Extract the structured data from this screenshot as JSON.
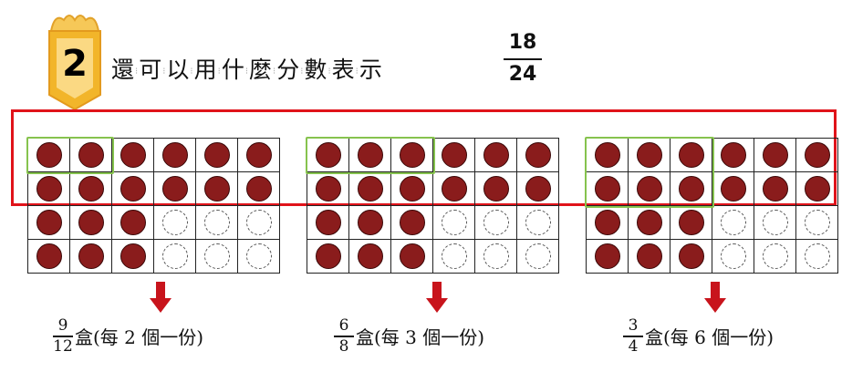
{
  "question": {
    "number": "2",
    "chars": [
      "還",
      "可",
      "以",
      "用",
      "什",
      "麼",
      "分",
      "數",
      "表",
      "示"
    ],
    "fraction": {
      "numerator": "18",
      "denominator": "24"
    }
  },
  "grids": [
    {
      "filled_counts": [
        6,
        6,
        3,
        3
      ],
      "answer": {
        "numerator": "9",
        "denominator": "12",
        "label": "盒(每 2 個一份)"
      }
    },
    {
      "filled_counts": [
        6,
        6,
        3,
        3
      ],
      "answer": {
        "numerator": "6",
        "denominator": "8",
        "label": "盒(每 3 個一份)"
      }
    },
    {
      "filled_counts": [
        6,
        6,
        3,
        3
      ],
      "answer": {
        "numerator": "3",
        "denominator": "4",
        "label": "盒(每 6 個一份)"
      }
    }
  ],
  "colors": {
    "highlight": "#e0131a",
    "group_box": "#86c34e",
    "marble": "#8a1c1c",
    "arrow": "#c8141c",
    "badge": "#f2b52a"
  }
}
